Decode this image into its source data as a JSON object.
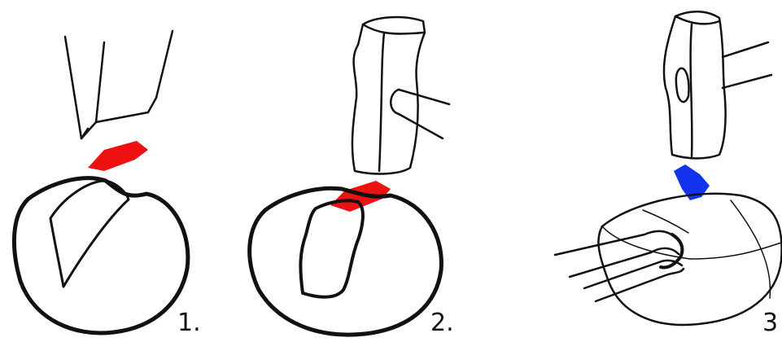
{
  "steps": [
    {
      "label": "1.",
      "tool": "chisel",
      "arrow": "red"
    },
    {
      "label": "2.",
      "tool": "hammer",
      "arrow": "red"
    },
    {
      "label": "3",
      "tool": "hammer",
      "arrow": "blue"
    }
  ],
  "colors": {
    "red_arrow": "#ee1111",
    "blue_arrow": "#1133ee",
    "stroke": "#111111",
    "background": "#ffffff"
  }
}
